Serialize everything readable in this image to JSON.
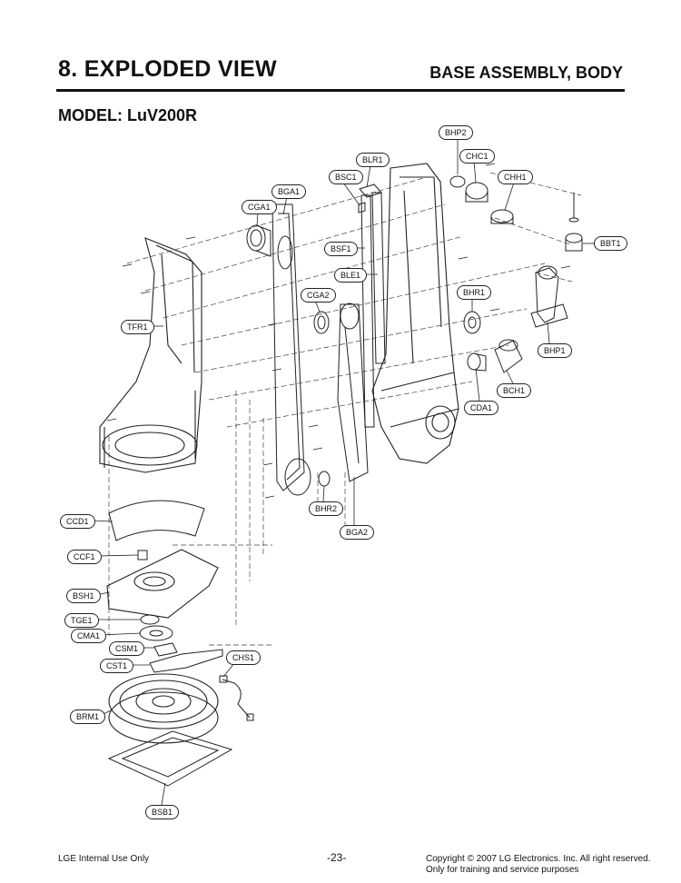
{
  "header": {
    "title": "8. EXPLODED VIEW",
    "subtitle": "BASE ASSEMBLY, BODY",
    "model": "MODEL: LuV200R"
  },
  "parts": {
    "BHP2": "BHP2",
    "CHC1": "CHC1",
    "BLR1": "BLR1",
    "BSC1": "BSC1",
    "CHH1": "CHH1",
    "BGA1": "BGA1",
    "CGA1": "CGA1",
    "BBT1": "BBT1",
    "BSF1": "BSF1",
    "BLE1": "BLE1",
    "BHR1": "BHR1",
    "CGA2": "CGA2",
    "TFR1": "TFR1",
    "BHP1": "BHP1",
    "BCH1": "BCH1",
    "CDA1": "CDA1",
    "BHR2": "BHR2",
    "BGA2": "BGA2",
    "CCD1": "CCD1",
    "CCF1": "CCF1",
    "BSH1": "BSH1",
    "TGE1": "TGE1",
    "CMA1": "CMA1",
    "CSM1": "CSM1",
    "CHS1": "CHS1",
    "CST1": "CST1",
    "BRM1": "BRM1",
    "BSB1": "BSB1"
  },
  "footer": {
    "left": "LGE Internal Use Only",
    "page": "-23-",
    "copyright": "Copyright © 2007 LG Electronics. Inc. All right reserved.",
    "note": "Only for training and service purposes"
  }
}
